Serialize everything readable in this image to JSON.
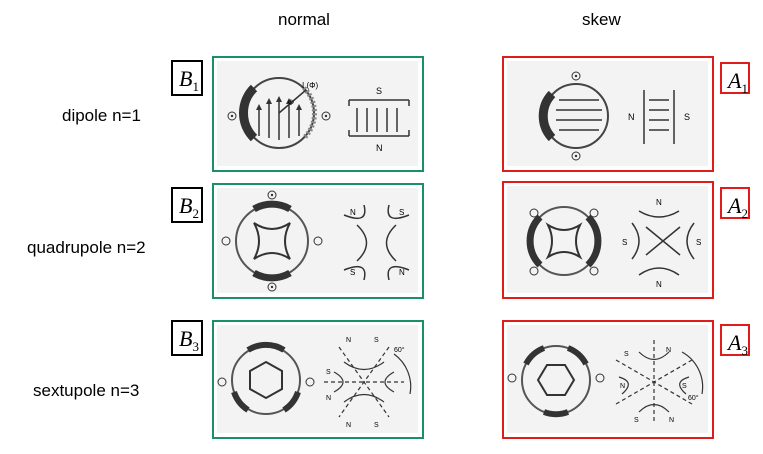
{
  "columns": {
    "normal": "normal",
    "skew": "skew"
  },
  "rows": [
    {
      "label": "dipole n=1",
      "normal_tag": {
        "letter": "B",
        "index": "1"
      },
      "skew_tag": {
        "letter": "A",
        "index": "1"
      }
    },
    {
      "label": "quadrupole n=2",
      "normal_tag": {
        "letter": "B",
        "index": "2"
      },
      "skew_tag": {
        "letter": "A",
        "index": "2"
      }
    },
    {
      "label": "sextupole n=3",
      "normal_tag": {
        "letter": "B",
        "index": "3"
      },
      "skew_tag": {
        "letter": "A",
        "index": "3"
      }
    }
  ],
  "diagram_text": {
    "current": "I (Φ)",
    "phi": "Φ",
    "north": "N",
    "south": "S",
    "angle": "60°"
  },
  "colors": {
    "normal_frame": "#1b9068",
    "skew_frame": "#e01b1b",
    "tag_normal": "#000000"
  }
}
